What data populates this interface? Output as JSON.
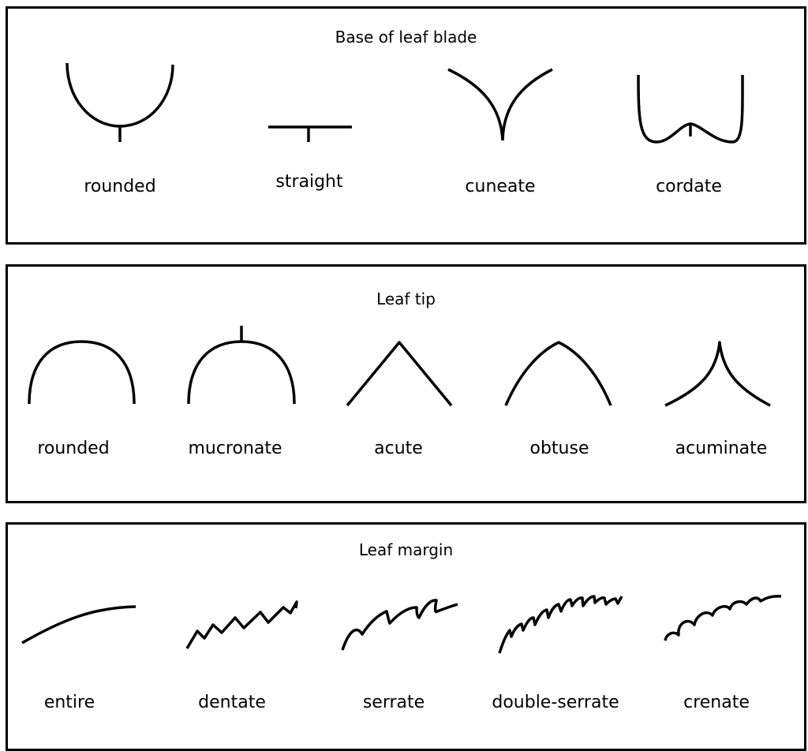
{
  "base": {
    "title": "Base of leaf blade",
    "labels": [
      "rounded",
      "straight",
      "cuneate",
      "cordate"
    ],
    "icons": [
      "rounded-base-icon",
      "straight-base-icon",
      "cuneate-base-icon",
      "cordate-base-icon"
    ]
  },
  "tip": {
    "title": "Leaf tip",
    "labels": [
      "rounded",
      "mucronate",
      "acute",
      "obtuse",
      "acuminate"
    ],
    "icons": [
      "rounded-tip-icon",
      "mucronate-tip-icon",
      "acute-tip-icon",
      "obtuse-tip-icon",
      "acuminate-tip-icon"
    ]
  },
  "margin": {
    "title": "Leaf margin",
    "labels": [
      "entire",
      "dentate",
      "serrate",
      "double-serrate",
      "crenate"
    ],
    "icons": [
      "entire-margin-icon",
      "dentate-margin-icon",
      "serrate-margin-icon",
      "double-serrate-margin-icon",
      "crenate-margin-icon"
    ]
  }
}
